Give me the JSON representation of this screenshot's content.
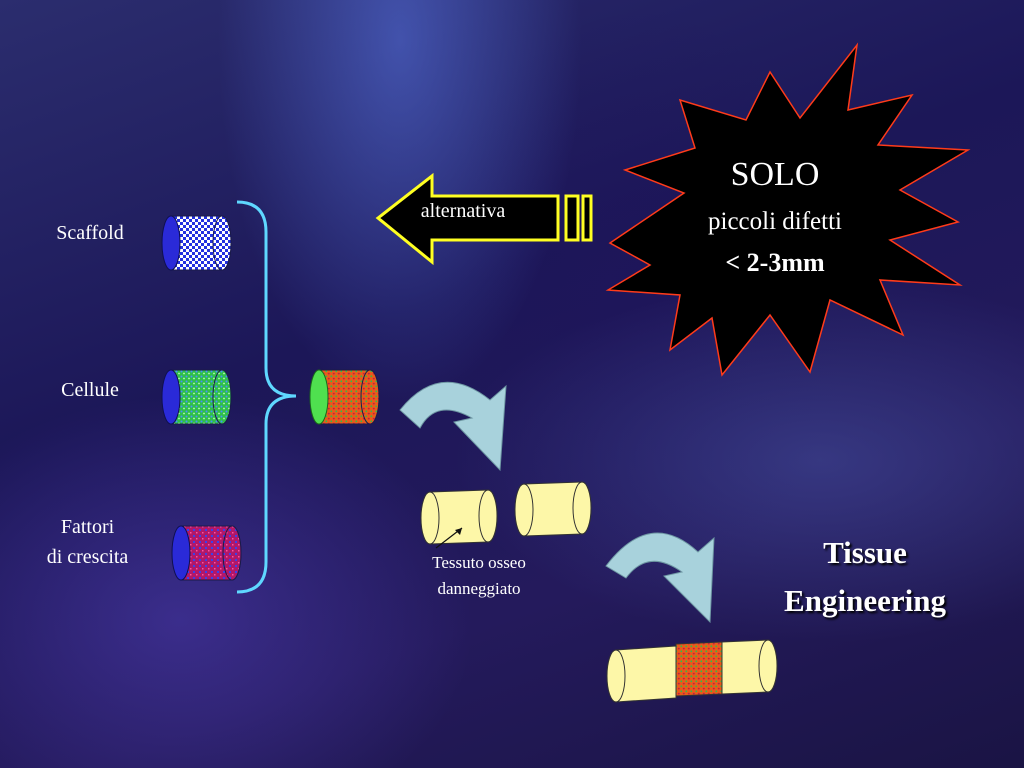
{
  "labels": {
    "scaffold": "Scaffold",
    "cellule": "Cellule",
    "fattori_line1": "Fattori",
    "fattori_line2": "di crescita",
    "alternativa": "alternativa",
    "solo": "SOLO",
    "piccoli_difetti": "piccoli difetti",
    "size_limit": "< 2-3mm",
    "tessuto_line1": "Tessuto osseo",
    "tessuto_line2": "danneggiato",
    "tissue_line1": "Tissue",
    "tissue_line2": "Engineering"
  },
  "colors": {
    "scaffold_cap": "#2a2ad8",
    "cellule_cap": "#2a2ad8",
    "fattori_cap": "#2a2ad8",
    "combined_cap": "#4fe04f",
    "bone": "#fdf7a8",
    "brace": "#5fd8ff",
    "arrow_outline": "#ffff22",
    "starburst_outline": "#ff3b1a",
    "curved_arrow": "#a8d2dc"
  }
}
